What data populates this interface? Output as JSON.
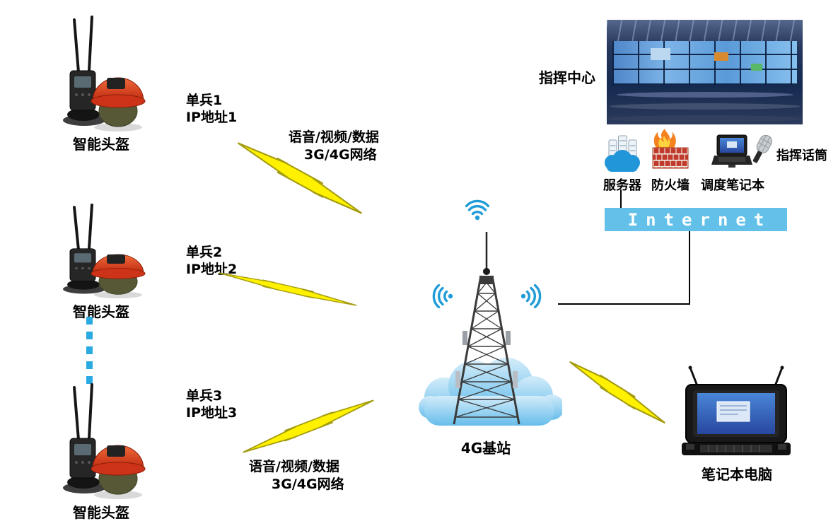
{
  "diagram": {
    "soldiers": [
      {
        "name": "单兵1",
        "ip": "IP地址1",
        "device_label": "智能头盔"
      },
      {
        "name": "单兵2",
        "ip": "IP地址2",
        "device_label": "智能头盔"
      },
      {
        "name": "单兵3",
        "ip": "IP地址3",
        "device_label": "智能头盔"
      }
    ],
    "wireless_links": {
      "top": {
        "line1": "语音/视频/数据",
        "line2": "3G/4G网络"
      },
      "bottom": {
        "line1": "语音/视频/数据",
        "line2": "3G/4G网络"
      }
    },
    "base_station": {
      "label": "4G基站"
    },
    "command_center": {
      "label": "指挥中心"
    },
    "equipment": {
      "server_label": "服务器",
      "firewall_label": "防火墙",
      "dispatch_laptop_label": "调度笔记本",
      "mic_label": "指挥话筒"
    },
    "internet": {
      "label": "Internet",
      "bar_color": "#63c1e9"
    },
    "field_laptop": {
      "label": "笔记本电脑"
    },
    "colors": {
      "lightning_fill": "#fff100",
      "lightning_outline": "#a39c10",
      "dashed_link": "#29abe2",
      "connector_line": "#000000"
    },
    "icons": {
      "helmet": "smart-helmet",
      "tower": "4g-base-station-tower",
      "cloud": "network-cloud",
      "wifi": "wifi-signal",
      "lightning": "wireless-link-bolt",
      "server": "server-cloud",
      "firewall": "firewall-brick-flame",
      "dispatch_laptop": "laptop",
      "mic": "microphone",
      "control_room": "command-center-photo",
      "field_laptop": "rugged-laptop"
    }
  }
}
